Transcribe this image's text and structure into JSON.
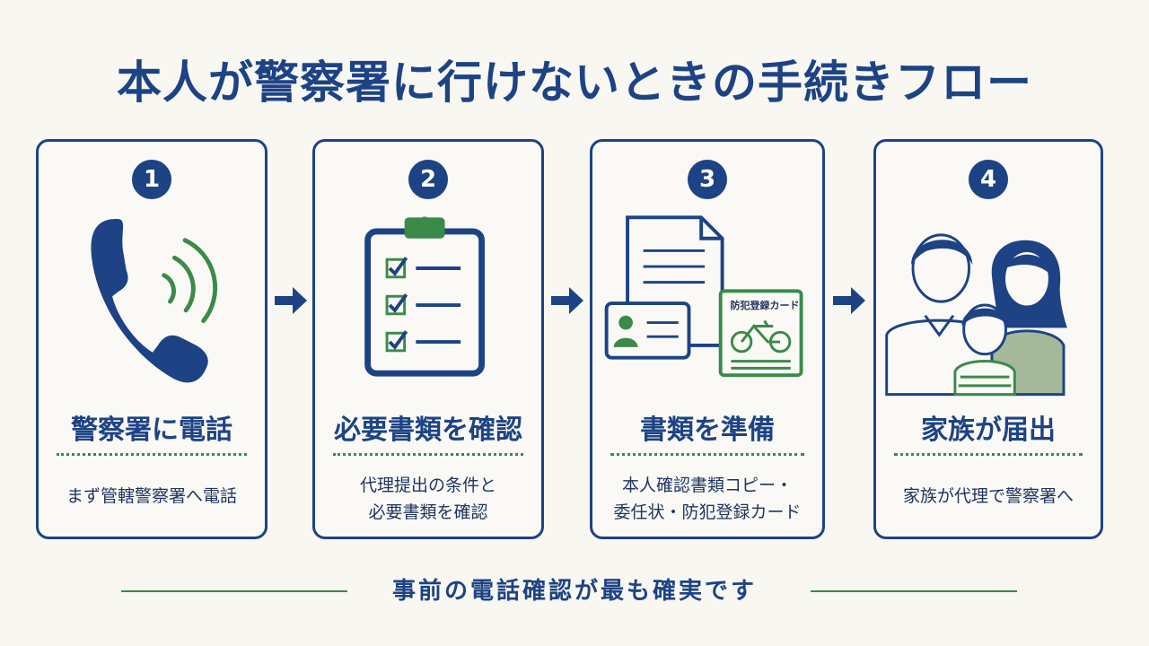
{
  "title": "本人が警察署に行けないときの手続きフロー",
  "steps": [
    {
      "number": "1",
      "title": "警察署に電話",
      "description": "まず管轄警察署へ電話"
    },
    {
      "number": "2",
      "title": "必要書類を確認",
      "description": "代理提出の条件と\n必要書類を確認"
    },
    {
      "number": "3",
      "title": "書類を準備",
      "description": "本人確認書類コピー・\n委任状・防犯登録カード",
      "card_label": "防犯登録カード"
    },
    {
      "number": "4",
      "title": "家族が届出",
      "description": "家族が代理で警察署へ"
    }
  ],
  "footer": "事前の電話確認が最も確実です",
  "colors": {
    "navy": "#1d4385",
    "green": "#3a8a4a",
    "background": "#f8f7f2"
  }
}
